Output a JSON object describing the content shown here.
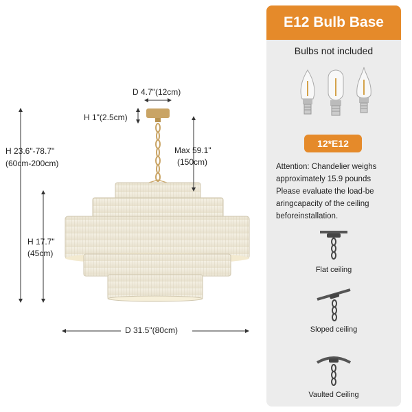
{
  "dimensions": {
    "top_width": "D 4.7\"(12cm)",
    "canopy_height": "H 1\"(2.5cm)",
    "total_height_line1": "H 23.6\"-78.7\"",
    "total_height_line2": "(60cm-200cm)",
    "max_chain_line1": "Max 59.1\"",
    "max_chain_line2": "(150cm)",
    "shade_height_line1": "H 17.7\"",
    "shade_height_line2": "(45cm)",
    "diameter": "D 31.5\"(80cm)"
  },
  "panel": {
    "title": "E12 Bulb Base",
    "bulbs_note": "Bulbs not included",
    "bulb_count": "12*E12",
    "attention_lines": [
      "Attention: Chandelier weighs",
      "approximately 15.9 pounds",
      "Please evaluate the load-be",
      "aringcapacity of the ceiling",
      "beforeinstallation."
    ],
    "ceilings": [
      {
        "label": "Flat ceiling",
        "icon": "flat-ceiling-icon"
      },
      {
        "label": "Sloped ceiling",
        "icon": "sloped-ceiling-icon"
      },
      {
        "label": "Vaulted Ceiling",
        "icon": "vaulted-ceiling-icon"
      }
    ],
    "accent_color": "#e58a2a",
    "panel_color": "#ececec"
  }
}
